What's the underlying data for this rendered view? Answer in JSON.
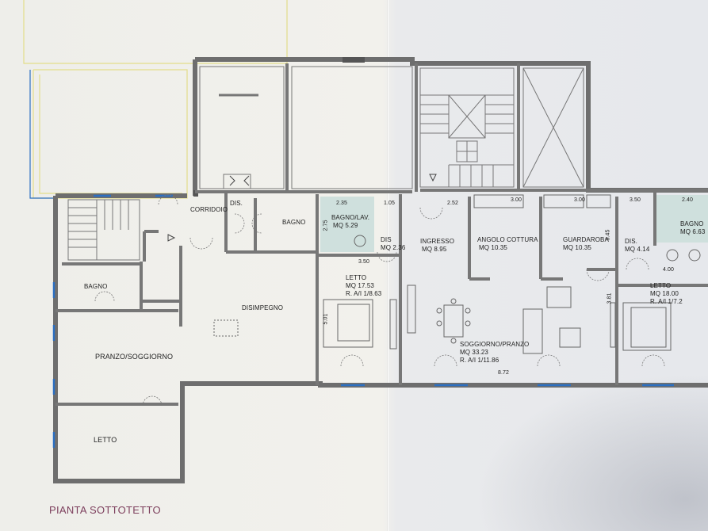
{
  "caption": "PIANTA SOTTOTETTO",
  "rooms": {
    "corridoio": "CORRIDOIO",
    "dis_top": "DIS.",
    "bagno_top": "BAGNO",
    "bagno_lav": "BAGNO/LAV.",
    "bagno_lav_area": "MQ 5.29",
    "dis_mid": "DIS",
    "dis_mid_area": "MQ 2.36",
    "ingresso": "INGRESSO",
    "ingresso_area": "MQ 8.95",
    "angolo_cottura": "ANGOLO COTTURA",
    "angolo_cottura_area": "MQ 10.35",
    "guardaroba": "GUARDAROBA",
    "guardaroba_area": "MQ 10.35",
    "dis_right": "DIS.",
    "dis_right_area": "MQ 4.14",
    "bagno_right": "BAGNO",
    "bagno_right_area": "MQ 6.63",
    "letto_mid": "LETTO",
    "letto_mid_area": "MQ 17.53",
    "letto_mid_ra": "R. A/I 1/8.63",
    "soggiorno": "SOGGIORNO/PRANZO",
    "soggiorno_area": "MQ 33.23",
    "soggiorno_ra": "R. A/I 1/11.86",
    "letto_right": "LETTO",
    "letto_right_area": "MQ 18.00",
    "letto_right_ra": "R. A/I 1/7.2",
    "disimpegno": "DISIMPEGNO",
    "bagno_left": "BAGNO",
    "pranzo_soggiorno": "PRANZO/SOGGIORNO",
    "letto_left": "LETTO"
  },
  "dimensions": {
    "d235": "2.35",
    "d105": "1.05",
    "d252": "2.52",
    "d300": "3.00",
    "d300b": "3.00",
    "d350": "3.50",
    "d240": "2.40",
    "d275": "2.75",
    "d350b": "3.50",
    "d345": "3.45",
    "d501": "5.01",
    "d381": "3.81",
    "d400": "4.00",
    "d872": "8.72"
  }
}
